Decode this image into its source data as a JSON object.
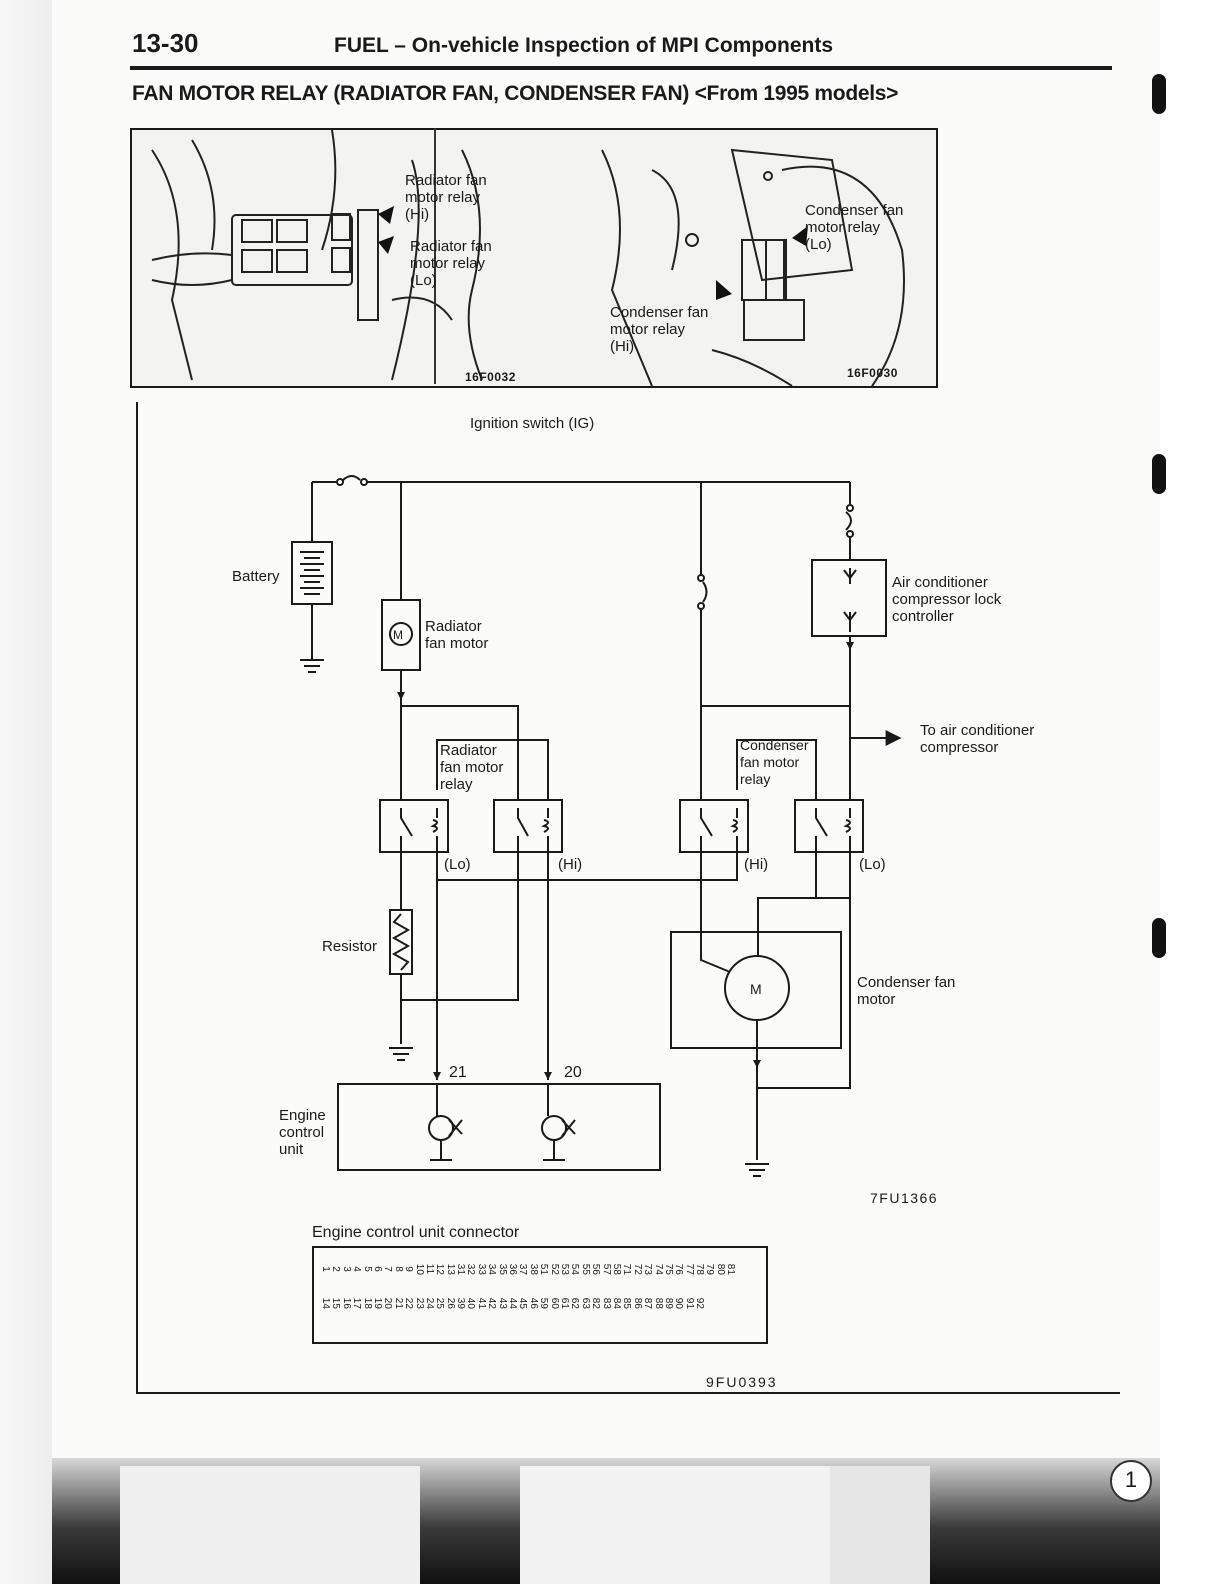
{
  "header": {
    "page_number": "13-30",
    "section": "FUEL – On-vehicle Inspection of MPI Components",
    "title": "FAN MOTOR RELAY (RADIATOR FAN, CONDENSER FAN) <From 1995 models>"
  },
  "photos": {
    "left": {
      "label_hi": "Radiator fan\nmotor relay\n(Hi)",
      "label_lo": "Radiator fan\nmotor relay\n(Lo)",
      "code": "16F0032"
    },
    "right": {
      "label_lo": "Condenser fan\nmotor relay\n(Lo)",
      "label_hi": "Condenser fan\nmotor relay\n(Hi)",
      "code": "16F0030"
    }
  },
  "schematic": {
    "ignition": "Ignition switch (IG)",
    "battery": "Battery",
    "radiator_fan_motor": "Radiator\nfan motor",
    "ac_lock_controller": "Air conditioner\ncompressor lock\ncontroller",
    "to_ac_compressor": "To air conditioner\ncompressor",
    "radiator_relay": "Radiator\nfan motor\nrelay",
    "condenser_relay": "Condenser\nfan motor\nrelay",
    "lo_left": "(Lo)",
    "hi_left": "(Hi)",
    "hi_right": "(Hi)",
    "lo_right": "(Lo)",
    "resistor": "Resistor",
    "condenser_fan_motor": "Condenser fan\nmotor",
    "terminal_21": "21",
    "terminal_20": "20",
    "ecu": "Engine\ncontrol\nunit",
    "motor_symbol": "M",
    "code": "7FU1366"
  },
  "connector": {
    "title": "Engine control unit connector",
    "top_pins": [
      "1",
      "2",
      "3",
      "4",
      "5",
      "6",
      "7",
      "8",
      "9",
      "10",
      "11",
      "12",
      "13",
      "31",
      "32",
      "33",
      "34",
      "35",
      "36",
      "37",
      "38",
      "51",
      "52",
      "53",
      "54",
      "55",
      "56",
      "57",
      "58",
      "71",
      "72",
      "73",
      "74",
      "75",
      "76",
      "77",
      "78",
      "79",
      "80",
      "81"
    ],
    "bottom_pins": [
      "14",
      "15",
      "16",
      "17",
      "18",
      "19",
      "20",
      "21",
      "22",
      "23",
      "24",
      "25",
      "26",
      "39",
      "40",
      "41",
      "42",
      "43",
      "44",
      "45",
      "46",
      "59",
      "60",
      "61",
      "62",
      "63",
      "82",
      "83",
      "84",
      "85",
      "86",
      "87",
      "88",
      "89",
      "90",
      "91",
      "92"
    ],
    "code": "9FU0393"
  },
  "margin_mark": "1"
}
